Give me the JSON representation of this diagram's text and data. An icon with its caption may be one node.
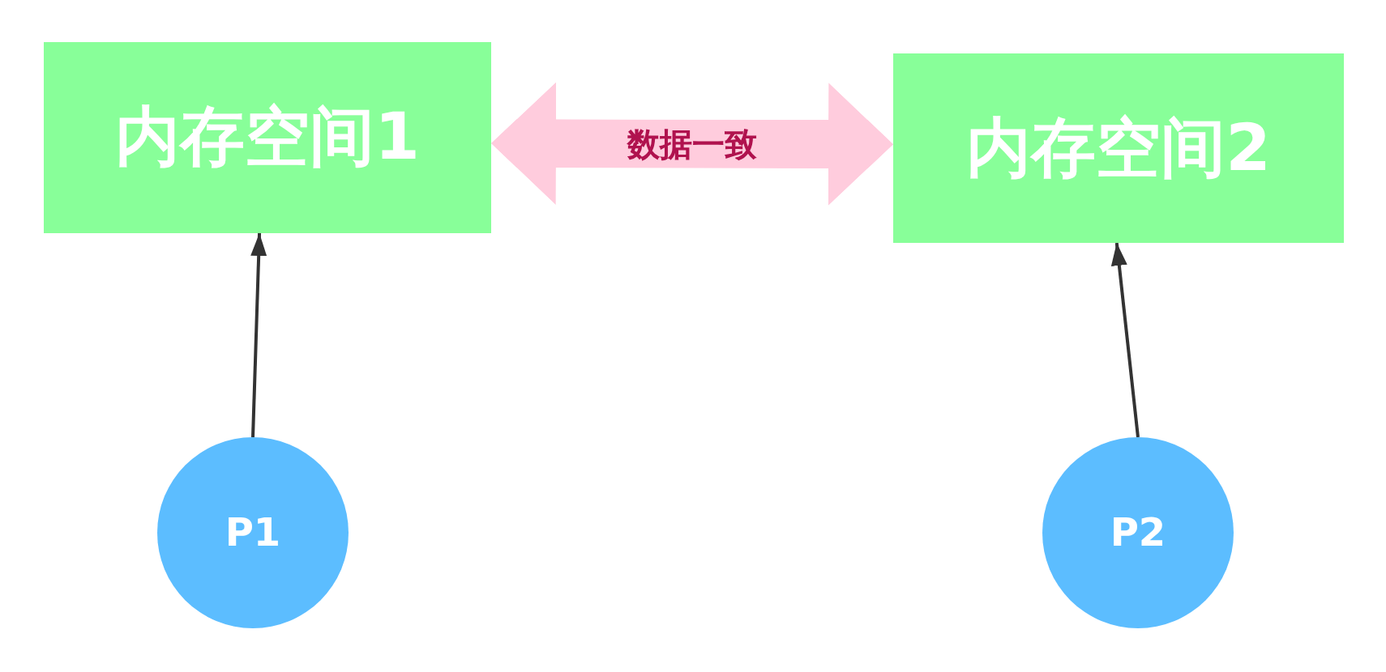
{
  "diagram": {
    "nodes": [
      {
        "text": [
          "内存空间1"
        ]
      },
      {
        "text": [
          "内存空间2"
        ]
      },
      {
        "text": [
          "P1"
        ]
      },
      {
        "text": [
          "P2"
        ]
      }
    ],
    "edges": [
      {
        "from": 0,
        "to": 1,
        "arrow": "both",
        "label": "数据一致",
        "style": "thick",
        "color": "#ffccdd"
      },
      {
        "from": 2,
        "to": 0,
        "arrow": "to"
      },
      {
        "from": 3,
        "to": 1,
        "arrow": "to"
      }
    ]
  }
}
